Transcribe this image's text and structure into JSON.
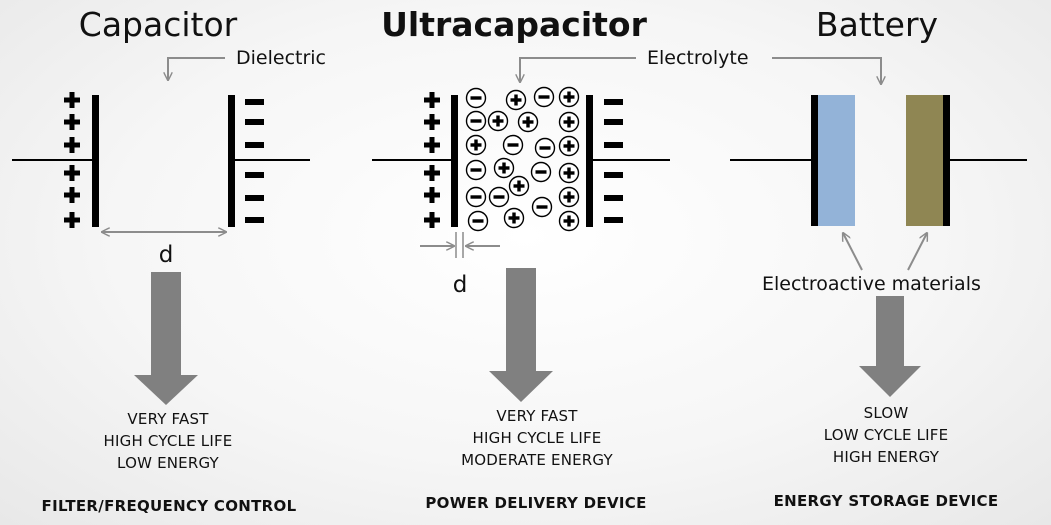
{
  "titles": {
    "capacitor": "Capacitor",
    "ultracapacitor": "Ultracapacitor",
    "battery": "Battery"
  },
  "labels": {
    "dielectric": "Dielectric",
    "electrolyte": "Electrolyte",
    "electroactive": "Electroactive materials",
    "distance_capacitor": "d",
    "distance_ultracapacitor": "d"
  },
  "properties": {
    "capacitor": [
      "VERY FAST",
      "HIGH CYCLE LIFE",
      "LOW ENERGY"
    ],
    "ultracapacitor": [
      "VERY FAST",
      "HIGH CYCLE LIFE",
      "MODERATE ENERGY"
    ],
    "battery": [
      "SLOW",
      "LOW CYCLE LIFE",
      "HIGH ENERGY"
    ]
  },
  "roles": {
    "capacitor": "FILTER/FREQUENCY CONTROL",
    "ultracapacitor": "POWER DELIVERY DEVICE",
    "battery": "ENERGY STORAGE DEVICE"
  },
  "colors": {
    "plate": "#000000",
    "arrow": "#808080",
    "annotation": "#8c8c8c",
    "anode_material": "#93b3d8",
    "cathode_material": "#8f8653"
  }
}
